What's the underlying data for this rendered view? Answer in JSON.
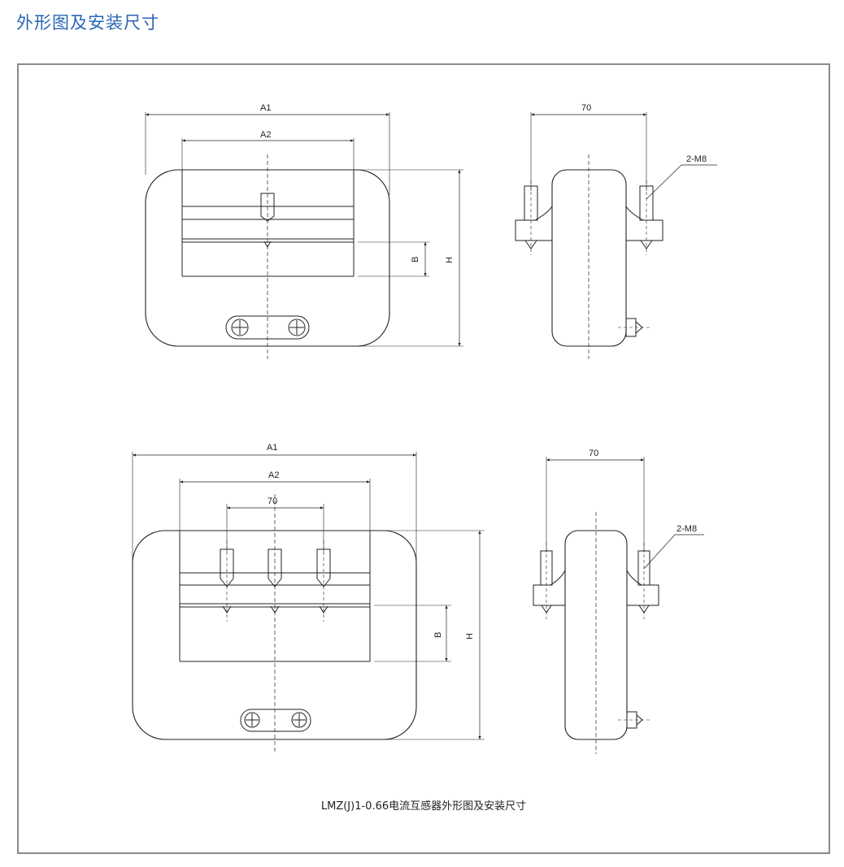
{
  "page_title": "外形图及安装尺寸",
  "caption": "LMZ(J)1-0.66电流互感器外形图及安装尺寸",
  "drawing_top": {
    "front": {
      "a1": "A1",
      "a2": "A2",
      "b": "B",
      "h": "H"
    },
    "side": {
      "width": "70",
      "bolt": "2-M8"
    }
  },
  "drawing_bottom": {
    "front": {
      "a1": "A1",
      "a2": "A2",
      "spacing": "70",
      "b": "B",
      "h": "H"
    },
    "side": {
      "width": "70",
      "bolt": "2-M8"
    }
  },
  "colors": {
    "title": "#2a66b3",
    "frame": "#8a8a8a",
    "line": "#222222"
  }
}
